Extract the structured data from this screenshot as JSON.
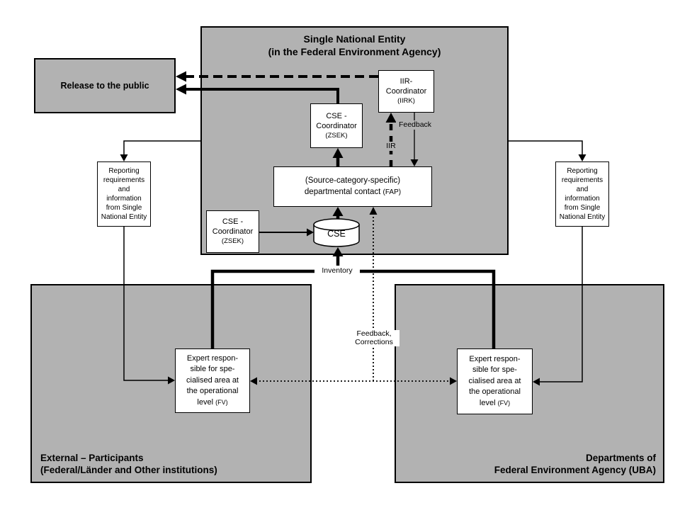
{
  "colors": {
    "panel_gray": "#b2b2b2",
    "box_white": "#ffffff",
    "line_black": "#000000"
  },
  "sne_panel": {
    "title_line1": "Single National Entity",
    "title_line2": "(in the Federal Environment Agency)"
  },
  "release_box": {
    "label": "Release to the public"
  },
  "iir_box": {
    "line1": "IIR-",
    "line2": "Coordinator",
    "code": "(IIRK)"
  },
  "cse_coord_top": {
    "line1": "CSE -",
    "line2": "Coordinator",
    "code": "(ZSEK)"
  },
  "fap_box": {
    "line1": "(Source-category-specific)",
    "line2": "departmental contact",
    "code": "(FAP)"
  },
  "cse_coord_bottom": {
    "line1": "CSE -",
    "line2": "Coordinator",
    "code": "(ZSEK)"
  },
  "cse_db": {
    "label": "CSE"
  },
  "reporting_left": {
    "lines": [
      "Reporting",
      "requirements",
      "and",
      "information",
      "from Single",
      "National Entity"
    ]
  },
  "reporting_right": {
    "lines": [
      "Reporting",
      "requirements",
      "and",
      "information",
      "from Single",
      "National Entity"
    ]
  },
  "expert_left": {
    "lines": [
      "Expert respon-",
      "sible for spe-",
      "cialised area at",
      "the operational"
    ],
    "last": "level",
    "code": "(FV)"
  },
  "expert_right": {
    "lines": [
      "Expert respon-",
      "sible for spe-",
      "cialised area at",
      "the operational"
    ],
    "last": "level",
    "code": "(FV)"
  },
  "external_panel": {
    "label_line1": "External – Participants",
    "label_line2": "(Federal/Länder and Other institutions)"
  },
  "uba_panel": {
    "label_line1": "Departments of",
    "label_line2": "Federal Environment Agency (UBA)"
  },
  "edge_labels": {
    "inventory": "Inventory",
    "feedback": "Feedback",
    "iir": "IIR",
    "corrections_line1": "Feedback,",
    "corrections_line2": "Corrections"
  }
}
